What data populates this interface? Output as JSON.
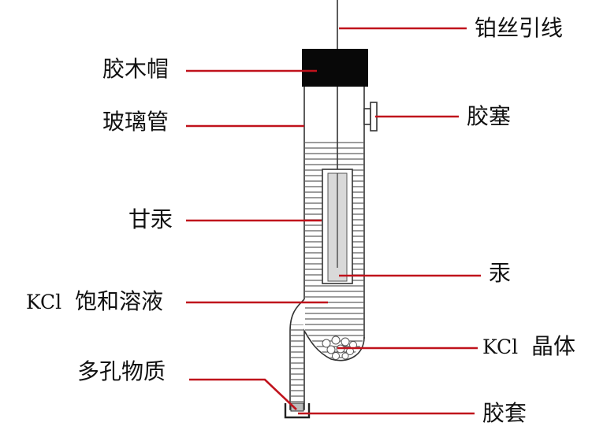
{
  "labels": {
    "platinum_lead": "铂丝引线",
    "rubber_cork": "胶木帽",
    "glass_tube": "玻璃管",
    "rubber_plug": "胶塞",
    "calomel": "甘汞",
    "mercury": "汞",
    "kcl_solution_prefix": "KCl",
    "kcl_solution_text": "饱和溶液",
    "kcl_crystal_prefix": "KCl",
    "kcl_crystal_text": "晶体",
    "porous_material": "多孔物质",
    "rubber_sleeve": "胶套"
  },
  "colors": {
    "leader_line": "#c0121c",
    "outline": "#333333",
    "cap": "#080808",
    "calomel_fill": "#d9d9d9",
    "text": "#111111"
  }
}
